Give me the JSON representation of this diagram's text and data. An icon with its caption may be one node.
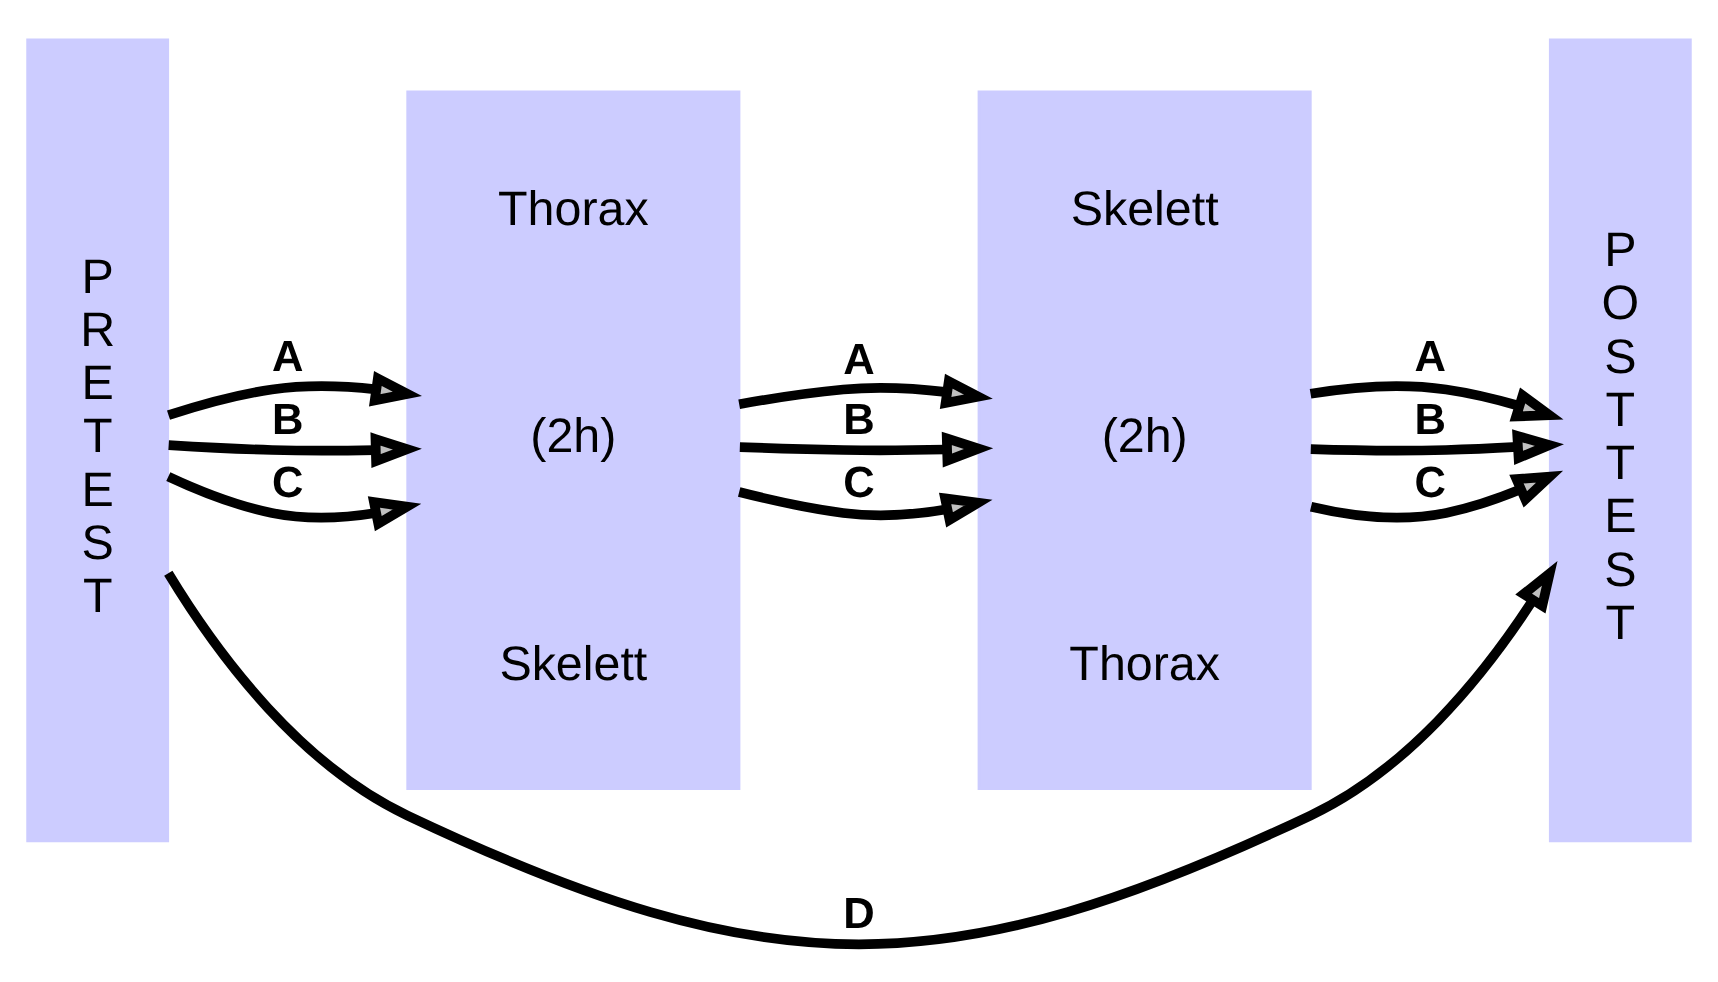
{
  "diagram": {
    "nodes": [
      {
        "text": [
          "P R E T E S T"
        ]
      },
      {
        "text": [
          "Thorax",
          "(2h)",
          "Skelett"
        ]
      },
      {
        "text": [
          "Skelett",
          "(2h)",
          "Thorax"
        ]
      },
      {
        "text": [
          "P O S T T E S T"
        ]
      }
    ],
    "edges": [
      {
        "from": 0,
        "to": 1,
        "arrow": "to",
        "label": "A"
      },
      {
        "from": 0,
        "to": 1,
        "arrow": "to",
        "label": "B"
      },
      {
        "from": 0,
        "to": 1,
        "arrow": "to",
        "label": "C"
      },
      {
        "from": 1,
        "to": 2,
        "arrow": "to",
        "label": "A"
      },
      {
        "from": 1,
        "to": 2,
        "arrow": "to",
        "label": "B"
      },
      {
        "from": 1,
        "to": 2,
        "arrow": "to",
        "label": "C"
      },
      {
        "from": 2,
        "to": 3,
        "arrow": "to",
        "label": "A"
      },
      {
        "from": 2,
        "to": 3,
        "arrow": "to",
        "label": "B"
      },
      {
        "from": 2,
        "to": 3,
        "arrow": "to",
        "label": "C"
      },
      {
        "from": 0,
        "to": 3,
        "arrow": "to",
        "label": "D"
      }
    ]
  }
}
